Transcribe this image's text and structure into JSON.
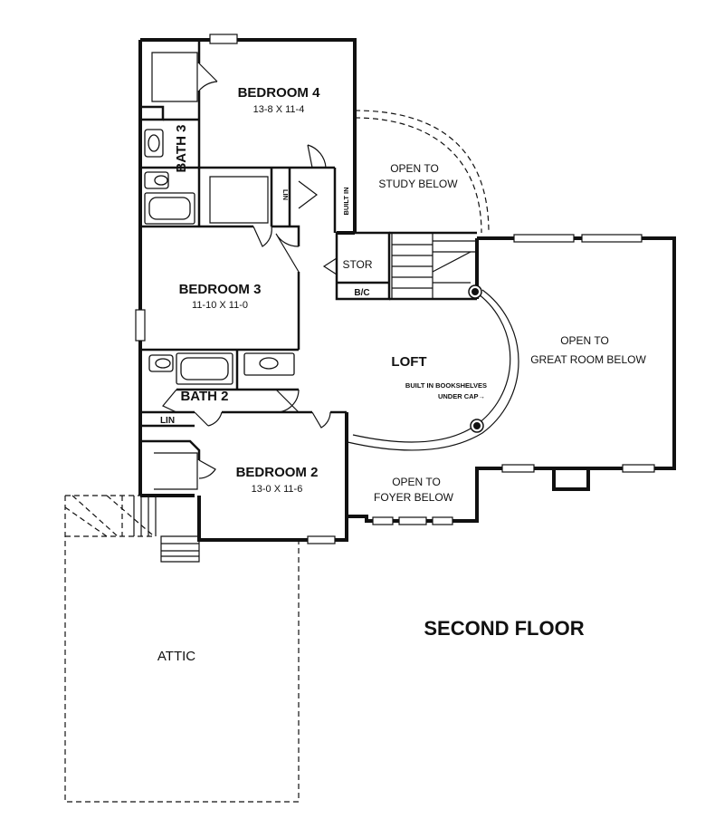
{
  "plan": {
    "title": "SECOND FLOOR",
    "rooms": {
      "bedroom4": {
        "name": "BEDROOM 4",
        "dims": "13-8 X 11-4"
      },
      "bedroom3": {
        "name": "BEDROOM 3",
        "dims": "11-10 X 11-0"
      },
      "bedroom2": {
        "name": "BEDROOM 2",
        "dims": "13-0 X 11-6"
      },
      "bath3": "BATH 3",
      "bath2": "BATH 2",
      "loft": "LOFT",
      "attic": "ATTIC",
      "stor": "STOR",
      "bc": "B/C",
      "lin_upper": "LIN",
      "lin_lower": "LIN",
      "built_in": "BUILT IN"
    },
    "notes": {
      "study_line1": "OPEN TO",
      "study_line2": "STUDY BELOW",
      "great_line1": "OPEN TO",
      "great_line2": "GREAT ROOM BELOW",
      "foyer_line1": "OPEN TO",
      "foyer_line2": "FOYER BELOW",
      "bookshelves_line1": "BUILT IN BOOKSHELVES",
      "bookshelves_line2": "UNDER CAP→"
    }
  }
}
